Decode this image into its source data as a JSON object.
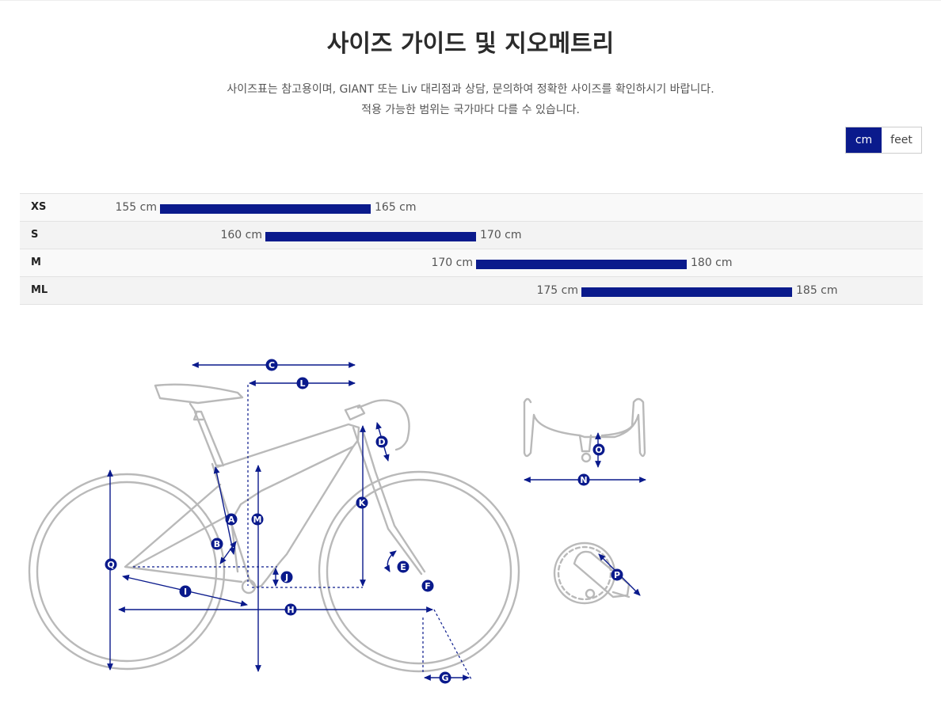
{
  "page": {
    "title": "사이즈 가이드 및 지오메트리",
    "description_line1": "사이즈표는 참고용이며, GIANT 또는 Liv 대리점과 상담, 문의하여 정확한 사이즈를 확인하시기 바랍니다.",
    "description_line2": "적용 가능한 범위는 국가마다 다를 수 있습니다."
  },
  "units": {
    "cm_label": "cm",
    "feet_label": "feet",
    "selected": "cm"
  },
  "sizes": [
    {
      "label": "XS",
      "min": 155,
      "max": 165,
      "min_label": "155 cm",
      "max_label": "165 cm"
    },
    {
      "label": "S",
      "min": 160,
      "max": 170,
      "min_label": "160 cm",
      "max_label": "170 cm"
    },
    {
      "label": "M",
      "min": 170,
      "max": 180,
      "min_label": "170 cm",
      "max_label": "180 cm"
    },
    {
      "label": "ML",
      "min": 175,
      "max": 185,
      "min_label": "175 cm",
      "max_label": "185 cm"
    }
  ],
  "geometry_diagram": {
    "labels": [
      "A",
      "B",
      "C",
      "D",
      "E",
      "F",
      "G",
      "H",
      "I",
      "J",
      "K",
      "L",
      "M",
      "N",
      "O",
      "P",
      "Q"
    ],
    "accent_color": "#0a1a8c",
    "frame_color": "#b9b9b9"
  }
}
